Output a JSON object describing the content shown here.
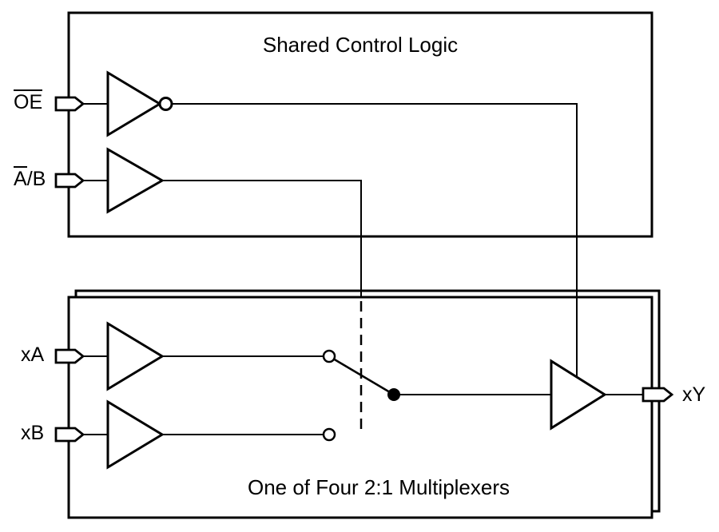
{
  "figure": {
    "control_block": {
      "title": "Shared Control Logic"
    },
    "mux_block": {
      "title": "One of Four 2:1 Multiplexers",
      "stacked_layers": 2
    },
    "inputs": {
      "oe": {
        "label": "OE",
        "overline": "entire label"
      },
      "ab": {
        "overlined_part": "A",
        "plain_part": "/B"
      },
      "xa": {
        "label": "xA"
      },
      "xb": {
        "label": "xB"
      }
    },
    "outputs": {
      "xy": {
        "label": "xY"
      }
    },
    "gates": {
      "oe_gate": "inverter with output bubble",
      "ab_gate": "buffer",
      "xa_gate": "buffer",
      "xb_gate": "buffer",
      "output_gate": "tri-state buffer with top enable"
    },
    "switch": {
      "position": "A selected",
      "contacts": [
        "A contact (open circle)",
        "B contact (open circle)"
      ],
      "pole": "filled dot"
    }
  },
  "colors": {
    "line": "#000000",
    "text": "#000000",
    "background": "#ffffff"
  }
}
